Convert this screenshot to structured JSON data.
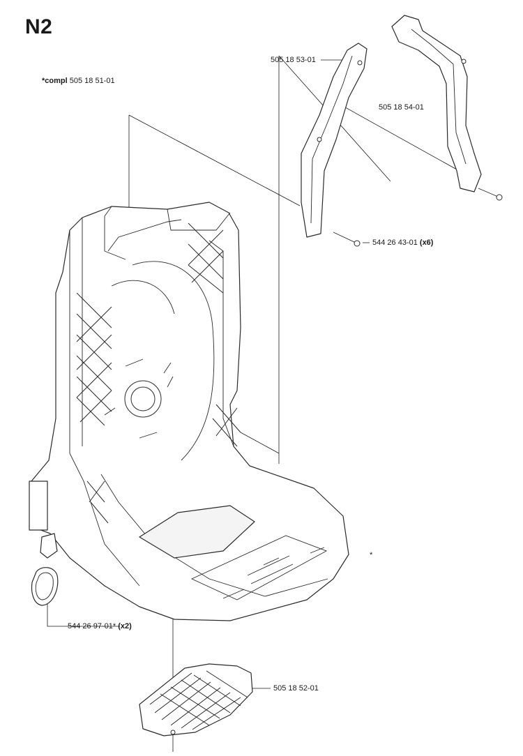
{
  "page": {
    "title": "N2"
  },
  "labels": {
    "compl": {
      "prefix": "*compl",
      "number": "505 18 51-01"
    },
    "arm_left": {
      "number": "505 18 53-01"
    },
    "arm_right": {
      "number": "505 18 54-01"
    },
    "screw": {
      "number": "544 26 43-01",
      "qty": "(x6)"
    },
    "ring": {
      "number": "544 26 97-01*",
      "qty": "(x2)"
    },
    "plate": {
      "number": "505 18 52-01"
    },
    "asterisk": {
      "text": "*"
    }
  }
}
